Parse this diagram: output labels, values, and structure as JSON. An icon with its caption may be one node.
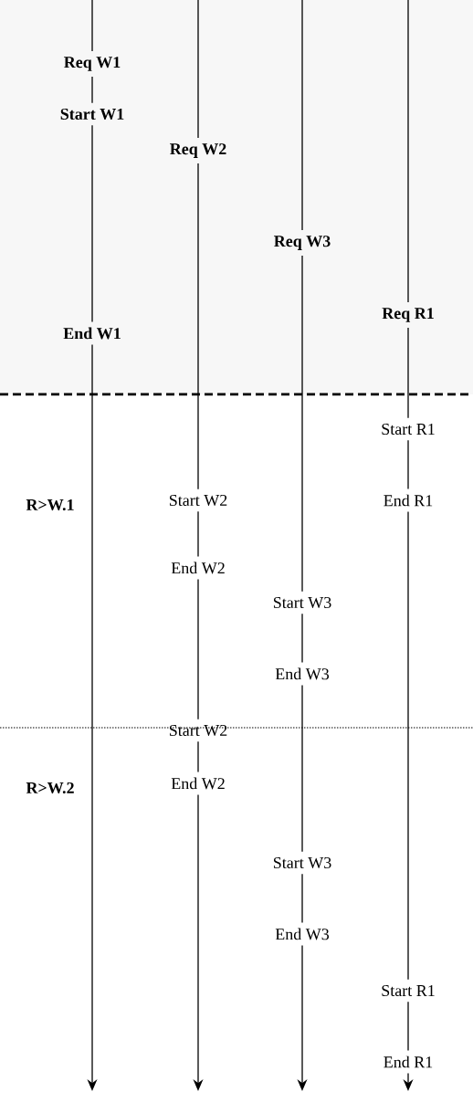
{
  "diagram": {
    "nodes": [
      {
        "text": [
          "Req W1"
        ]
      },
      {
        "text": [
          "Start W1"
        ]
      },
      {
        "text": [
          "End W1"
        ]
      },
      {
        "text": [
          "Req W2"
        ]
      },
      {
        "text": [
          "Start W2"
        ]
      },
      {
        "text": [
          "End W2"
        ]
      },
      {
        "text": [
          "Start W2"
        ]
      },
      {
        "text": [
          "End W2"
        ]
      },
      {
        "text": [
          "Req W3"
        ]
      },
      {
        "text": [
          "Start W3"
        ]
      },
      {
        "text": [
          "End W3"
        ]
      },
      {
        "text": [
          "Start W3"
        ]
      },
      {
        "text": [
          "End W3"
        ]
      },
      {
        "text": [
          "Req R1"
        ]
      },
      {
        "text": [
          "Start R1"
        ]
      },
      {
        "text": [
          "End R1"
        ]
      },
      {
        "text": [
          "Start R1"
        ]
      },
      {
        "text": [
          "End R1"
        ]
      }
    ],
    "edges": [
      {
        "from": null,
        "to": 0,
        "arrow": "none"
      },
      {
        "from": 0,
        "to": 1,
        "arrow": "none"
      },
      {
        "from": 1,
        "to": 2,
        "arrow": "none"
      },
      {
        "from": 2,
        "to": null,
        "arrow": "to"
      },
      {
        "from": null,
        "to": 3,
        "arrow": "none"
      },
      {
        "from": 3,
        "to": 4,
        "arrow": "none"
      },
      {
        "from": 4,
        "to": 5,
        "arrow": "none"
      },
      {
        "from": 5,
        "to": 6,
        "arrow": "none"
      },
      {
        "from": 6,
        "to": 7,
        "arrow": "none"
      },
      {
        "from": 7,
        "to": null,
        "arrow": "to"
      },
      {
        "from": null,
        "to": 8,
        "arrow": "none"
      },
      {
        "from": 8,
        "to": 9,
        "arrow": "none"
      },
      {
        "from": 9,
        "to": 10,
        "arrow": "none"
      },
      {
        "from": 10,
        "to": 11,
        "arrow": "none"
      },
      {
        "from": 11,
        "to": 12,
        "arrow": "none"
      },
      {
        "from": 12,
        "to": null,
        "arrow": "to"
      },
      {
        "from": null,
        "to": 13,
        "arrow": "none"
      },
      {
        "from": 13,
        "to": 14,
        "arrow": "none"
      },
      {
        "from": 14,
        "to": 15,
        "arrow": "none"
      },
      {
        "from": 15,
        "to": 16,
        "arrow": "none"
      },
      {
        "from": 16,
        "to": 17,
        "arrow": "none"
      },
      {
        "from": 17,
        "to": null,
        "arrow": "to"
      }
    ],
    "labels": [
      "R>W.1",
      "R>W.2"
    ]
  }
}
